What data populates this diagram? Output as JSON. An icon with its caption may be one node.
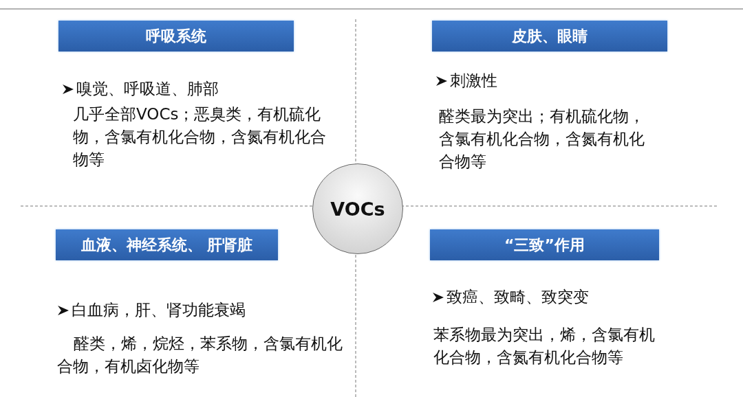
{
  "diagram": {
    "nodes": [
      {
        "text": [
          "呼吸系统"
        ],
        "beside": [
          "嗅觉、呼吸道、肺部",
          "几乎全部VOCs；恶臭类，有机硫化物，含氯有机化合物，含氮有机化合物等"
        ]
      },
      {
        "text": [
          "皮肤、眼睛"
        ],
        "beside": [
          "刺激性",
          "醛类最为突出；有机硫化物，含氯有机化合物，含氮有机化合物等"
        ]
      },
      {
        "text": [
          "VOCs"
        ]
      },
      {
        "text": [
          "血液、神经系统、 肝肾脏"
        ],
        "beside": [
          "白血病，肝、肾功能衰竭",
          "醛类，烯，烷烃，苯系物，含氯有机化合物，有机卤化物等"
        ]
      },
      {
        "text": [
          "“三致”作用"
        ],
        "beside": [
          "致癌、致畸、致突变",
          "苯系物最为突出，烯，含氯有机化合物，含氮有机化合物等"
        ]
      }
    ]
  }
}
